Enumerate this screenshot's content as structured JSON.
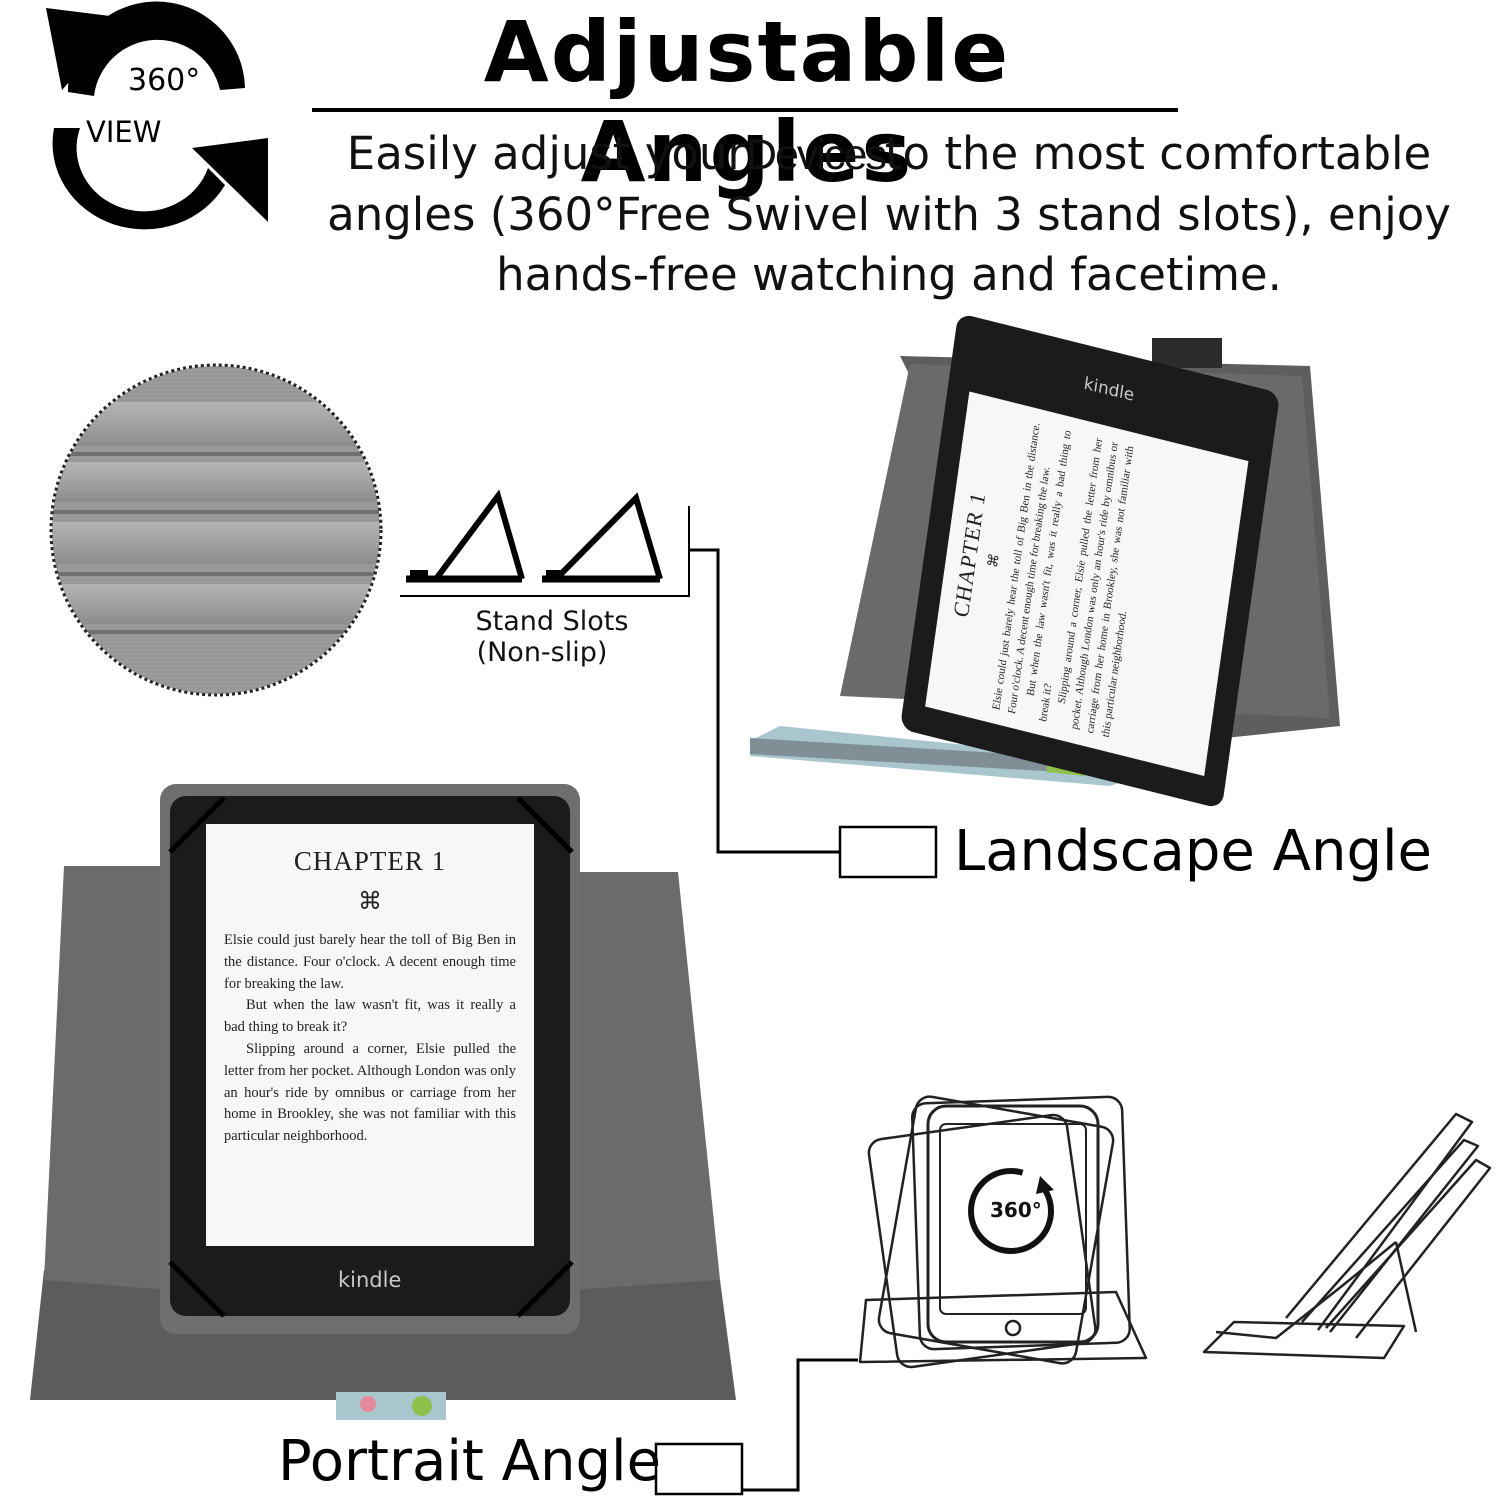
{
  "header": {
    "title": "Adjustable Angles",
    "description_part1": "Easily adjust your",
    "description_devices": "Devices",
    "description_part2": "to the most comfortable angles (360°Free Swivel with",
    "description_slots_count": "3",
    "description_part3": "stand slots), enjoy hands-free watching and facetime."
  },
  "rotate_icon": {
    "icon": "rotate-360-arrows-icon",
    "degree_label": "360°",
    "view_label": "VIEW"
  },
  "stand_slots": {
    "caption_line1": "Stand Slots",
    "caption_line2": "(Non-slip)",
    "icon": "stand-slot-triangle-icon"
  },
  "landscape": {
    "label": "Landscape Angle",
    "chapter": "CHAPTER 1",
    "paragraphs": [
      "Elsie could just barely hear the toll of Big Ben in the distance. Four o'clock. A decent enough time for breaking the law.",
      "But when the law wasn't fit, was it really a bad thing to break it?",
      "Slipping around a corner, Elsie pulled the letter from her pocket. Although London was only an hour's ride by omnibus or carriage from her home in Brookley, she was not familiar with this particular neighborhood."
    ],
    "brand": "kindle"
  },
  "portrait": {
    "label": "Portrait Angle",
    "chapter": "CHAPTER 1",
    "paragraphs": [
      "Elsie could just barely hear the toll of Big Ben in the distance. Four o'clock. A decent enough time for breaking the law.",
      "But when the law wasn't fit, was it really a bad thing to break it?",
      "Slipping around a corner, Elsie pulled the letter from her pocket. Although London was only an hour's ride by omnibus or carriage from her home in Brookley, she was not familiar with this particular neighborhood."
    ],
    "brand": "kindle"
  },
  "illustration": {
    "circle_label": "360°"
  },
  "colors": {
    "case_interior": "#5f5f5f",
    "case_exterior": "#9a9a98",
    "bezel": "#1b1b1b",
    "screen": "#f7f7f5"
  }
}
